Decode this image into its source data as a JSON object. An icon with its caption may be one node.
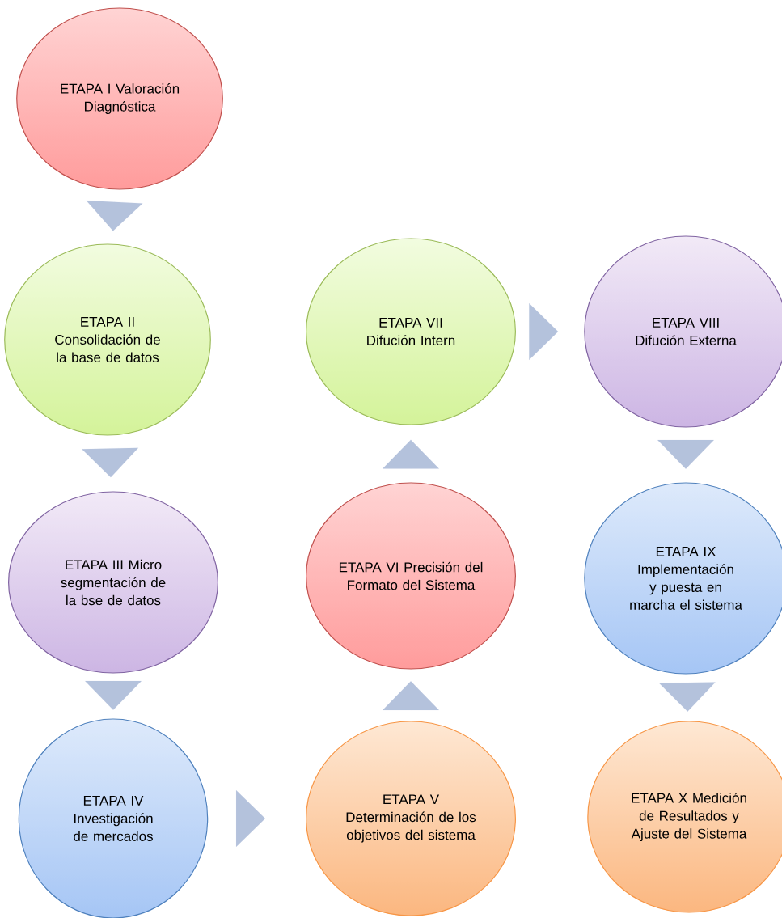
{
  "diagram": {
    "nodes": [
      {
        "text": [
          "ETAPA I Valoración Diagnóstica"
        ]
      },
      {
        "text": [
          "ETAPA II Consolidación de la base de datos"
        ]
      },
      {
        "text": [
          "ETAPA III Micro segmentación de la bse de datos"
        ]
      },
      {
        "text": [
          "ETAPA IV Investigación de mercados"
        ]
      },
      {
        "text": [
          "ETAPA V Determinación de los objetivos del sistema"
        ]
      },
      {
        "text": [
          "ETAPA VI Precisión del Formato del Sistema"
        ]
      },
      {
        "text": [
          "ETAPA VII Difución Intern"
        ]
      },
      {
        "text": [
          "ETAPA VIII Difución Externa"
        ]
      },
      {
        "text": [
          "ETAPA IX Implementación y puesta en marcha el sistema"
        ]
      },
      {
        "text": [
          "ETAPA X Medición de Resultados y Ajuste del Sistema"
        ]
      }
    ],
    "edges": [
      {
        "from": 0,
        "to": 1,
        "arrow": "to"
      },
      {
        "from": 1,
        "to": 2,
        "arrow": "to"
      },
      {
        "from": 2,
        "to": 3,
        "arrow": "to"
      },
      {
        "from": 3,
        "to": 4,
        "arrow": "to"
      },
      {
        "from": 4,
        "to": 5,
        "arrow": "to"
      },
      {
        "from": 5,
        "to": 6,
        "arrow": "to"
      },
      {
        "from": 6,
        "to": 7,
        "arrow": "to"
      },
      {
        "from": 7,
        "to": 8,
        "arrow": "to"
      },
      {
        "from": 8,
        "to": 9,
        "arrow": "to"
      }
    ]
  }
}
